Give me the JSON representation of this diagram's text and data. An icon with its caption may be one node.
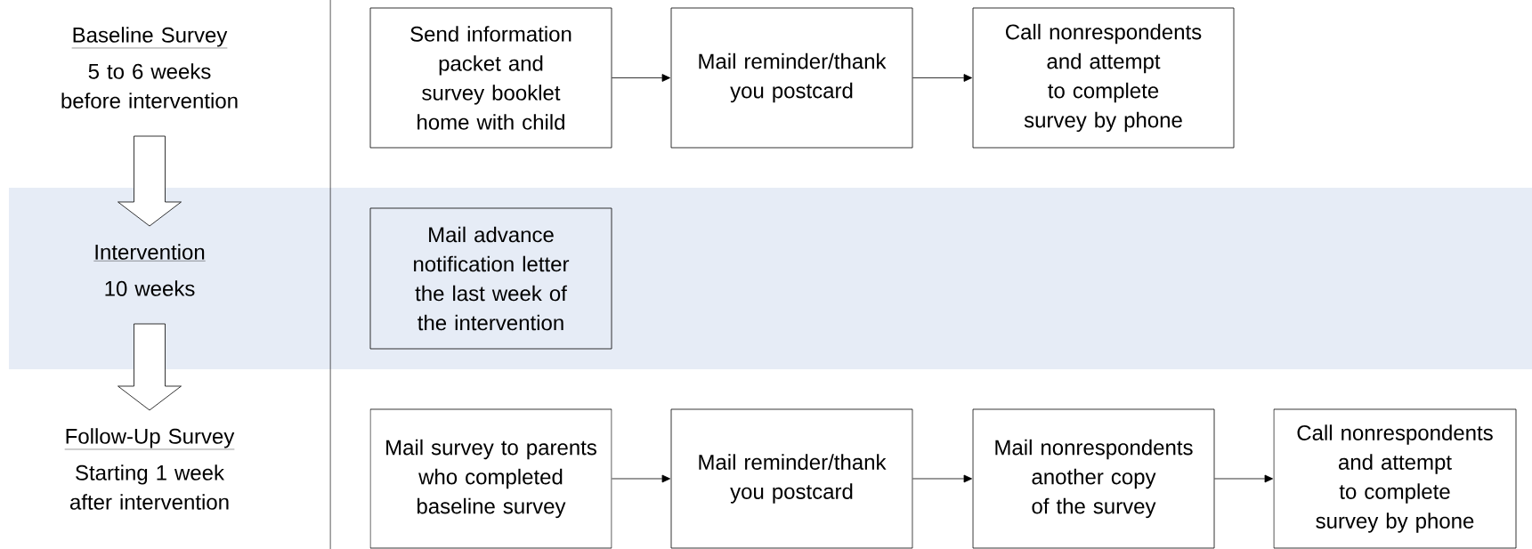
{
  "diagram": {
    "nodes": [
      {
        "text": [
          "Baseline Survey",
          "5 to 6 weeks before intervention"
        ]
      },
      {
        "text": [
          "Send information packet and survey booklet home with child"
        ]
      },
      {
        "text": [
          "Mail reminder/thank you postcard"
        ]
      },
      {
        "text": [
          "Call nonrespondents and attempt to complete survey by phone"
        ]
      },
      {
        "text": [],
        "shape": "band"
      },
      {
        "text": [
          "Intervention",
          "10 weeks"
        ],
        "in": 4
      },
      {
        "text": [
          "Mail advance notification letter the last week of the intervention"
        ],
        "in": 4
      },
      {
        "text": [
          "Follow-Up Survey",
          "Starting 1 week after intervention"
        ]
      },
      {
        "text": [
          "Mail survey to parents who completed baseline survey"
        ]
      },
      {
        "text": [
          "Mail reminder/thank you postcard"
        ]
      },
      {
        "text": [
          "Mail nonrespondents another copy of the survey"
        ]
      },
      {
        "text": [
          "Call nonrespondents and attempt to complete survey by phone"
        ]
      }
    ],
    "edges": [
      {
        "from": 0,
        "to": 5,
        "arrow": "to"
      },
      {
        "from": 5,
        "to": 7,
        "arrow": "to"
      },
      {
        "from": 1,
        "to": 2,
        "arrow": "to"
      },
      {
        "from": 2,
        "to": 3,
        "arrow": "to"
      },
      {
        "from": 8,
        "to": 9,
        "arrow": "to"
      },
      {
        "from": 9,
        "to": 10,
        "arrow": "to"
      },
      {
        "from": 10,
        "to": 11,
        "arrow": "to"
      }
    ]
  }
}
